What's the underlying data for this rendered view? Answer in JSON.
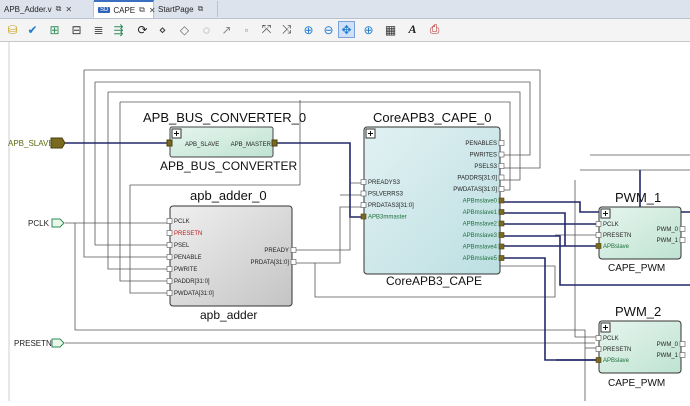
{
  "tabs": [
    {
      "label": "APB_Adder.v",
      "active": false
    },
    {
      "label": "CAPE",
      "badge": "SD",
      "active": true
    },
    {
      "label": "StartPage",
      "active": false
    }
  ],
  "tab_icons": {
    "restore": "restore-icon",
    "close": "close-icon"
  },
  "toolbar": {
    "icons": [
      "database-icon",
      "check-icon",
      "component-icon",
      "netlist-icon",
      "bus-icon",
      "sync-icon",
      "route-icon",
      "pin-icon",
      "pin-outline-icon",
      "hide-icon",
      "arrow-icon",
      "expand-icon",
      "collapse-icon",
      "zoom-in-icon",
      "zoom-out-icon",
      "fit-icon",
      "grid-icon",
      "text-icon",
      "print-icon"
    ],
    "text_tool_label": "A"
  },
  "ports": {
    "apb_slave": "APB_SLAVE",
    "pclk": "PCLK",
    "presetn": "PRESETN"
  },
  "blocks": {
    "bus_converter": {
      "instance": "APB_BUS_CONVERTER_0",
      "type": "APB_BUS_CONVERTER",
      "pins_left": [
        "APB_SLAVE"
      ],
      "pins_right": [
        "APB_MASTER"
      ]
    },
    "apb_adder": {
      "instance": "apb_adder_0",
      "type": "apb_adder",
      "pins_left": [
        "PCLK",
        "PRESETN",
        "PSEL",
        "PENABLE",
        "PWRITE",
        "PADDR[31:0]",
        "PWDATA[31:0]"
      ],
      "pins_right": [
        "PREADY",
        "PRDATA[31:0]"
      ]
    },
    "core_apb3": {
      "instance": "CoreAPB3_CAPE_0",
      "type": "CoreAPB3_CAPE",
      "pins_left": [
        "PREADYS3",
        "PSLVERRS3",
        "PRDATAS3[31:0]",
        "APB3mmaster"
      ],
      "pins_right": [
        "PENABLES",
        "PWRITES",
        "PSELS3",
        "PADDRS[31:0]",
        "PWDATAS[31:0]",
        "APBmslave0",
        "APBmslave1",
        "APBmslave2",
        "APBmslave3",
        "APBmslave4",
        "APBmslave5"
      ]
    },
    "pwm1": {
      "instance": "PWM_1",
      "type": "CAPE_PWM",
      "pins_left": [
        "PCLK",
        "PRESETN",
        "APBslave"
      ],
      "pins_right": [
        "PWM_0",
        "PWM_1"
      ]
    },
    "pwm2": {
      "instance": "PWM_2",
      "type": "CAPE_PWM",
      "pins_left": [
        "PCLK",
        "PRESETN",
        "APBslave"
      ],
      "pins_right": [
        "PWM_0",
        "PWM_1"
      ]
    }
  }
}
